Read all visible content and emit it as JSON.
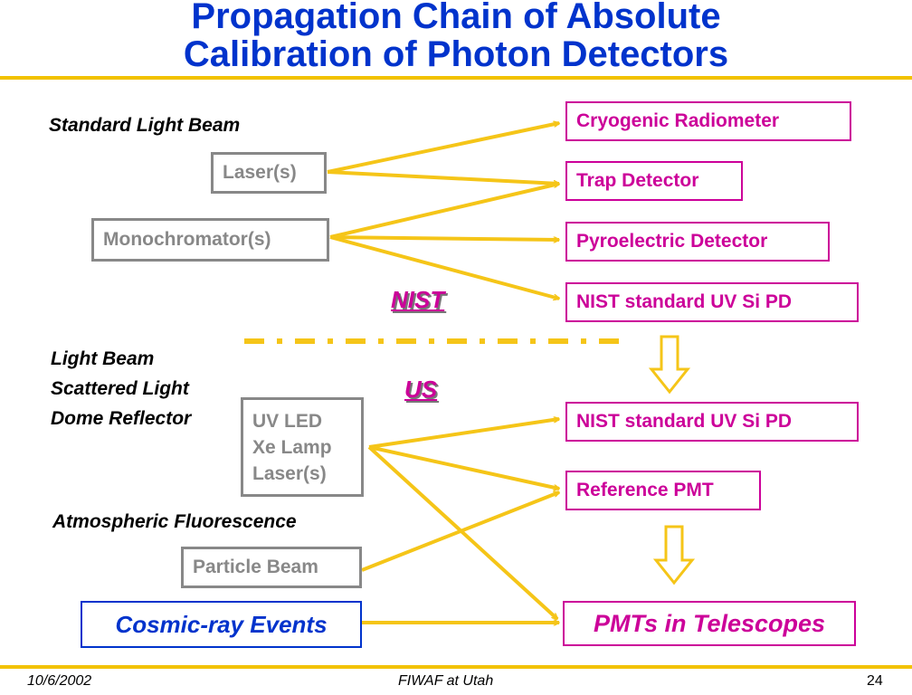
{
  "title": {
    "line1": "Propagation Chain of Absolute",
    "line2": "Calibration of Photon Detectors"
  },
  "labels": {
    "standard_light_beam": "Standard Light Beam",
    "light_beam": "Light Beam",
    "scattered_light": "Scattered Light",
    "dome_reflector": "Dome Reflector",
    "atmospheric_fluorescence": "Atmospheric Fluorescence",
    "nist": "NIST",
    "us": "US"
  },
  "sources": {
    "lasers": "Laser(s)",
    "monochromators": "Monochromator(s)",
    "uv_led": "UV LED",
    "xe_lamp": "Xe Lamp",
    "lasers2": "Laser(s)",
    "particle_beam": "Particle Beam",
    "cosmic_ray": "Cosmic-ray Events"
  },
  "detectors": {
    "cryogenic": "Cryogenic Radiometer",
    "trap": "Trap Detector",
    "pyroelectric": "Pyroelectric Detector",
    "nist_pd": "NIST standard UV Si PD",
    "nist_pd2": "NIST standard UV Si PD",
    "reference_pmt": "Reference PMT",
    "pmts_telescopes": "PMTs in Telescopes"
  },
  "footer": {
    "date": "10/6/2002",
    "venue": "FIWAF at Utah",
    "page": "24"
  },
  "colors": {
    "title": "#0033cc",
    "accent": "#f2c200",
    "arrow": "#f5c518",
    "detector": "#cc0099",
    "source": "#888888",
    "cosmic": "#0033cc"
  }
}
